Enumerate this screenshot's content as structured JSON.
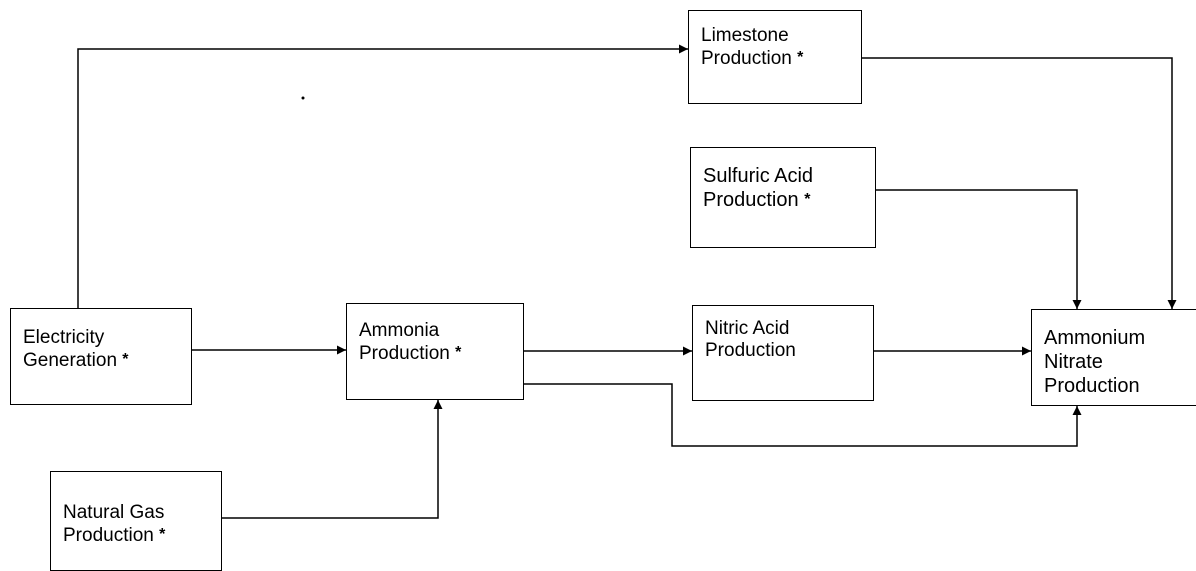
{
  "boxes": {
    "limestone": {
      "line1": "Limestone",
      "line2": "Production",
      "star": "*"
    },
    "sulfuric": {
      "line1": "Sulfuric Acid",
      "line2": "Production",
      "star": "*"
    },
    "electricity": {
      "line1": "Electricity",
      "line2": "Generation",
      "star": "*"
    },
    "ammonia": {
      "line1": "Ammonia",
      "line2": "Production",
      "star": "*"
    },
    "nitric": {
      "line1": "Nitric Acid",
      "line2": "Production"
    },
    "ammonium_nitrate": {
      "line1": "Ammonium",
      "line2": "Nitrate",
      "line3": "Production"
    },
    "natural_gas": {
      "line1": "Natural Gas",
      "line2": "Production",
      "star": "*"
    }
  },
  "edges": [
    {
      "from": "electricity",
      "to": "limestone"
    },
    {
      "from": "electricity",
      "to": "ammonia"
    },
    {
      "from": "natural_gas",
      "to": "ammonia"
    },
    {
      "from": "ammonia",
      "to": "nitric"
    },
    {
      "from": "ammonia",
      "to": "ammonium_nitrate"
    },
    {
      "from": "nitric",
      "to": "ammonium_nitrate"
    },
    {
      "from": "sulfuric",
      "to": "ammonium_nitrate"
    },
    {
      "from": "limestone",
      "to": "ammonium_nitrate"
    }
  ],
  "colors": {
    "line": "#000000",
    "background": "#ffffff"
  }
}
